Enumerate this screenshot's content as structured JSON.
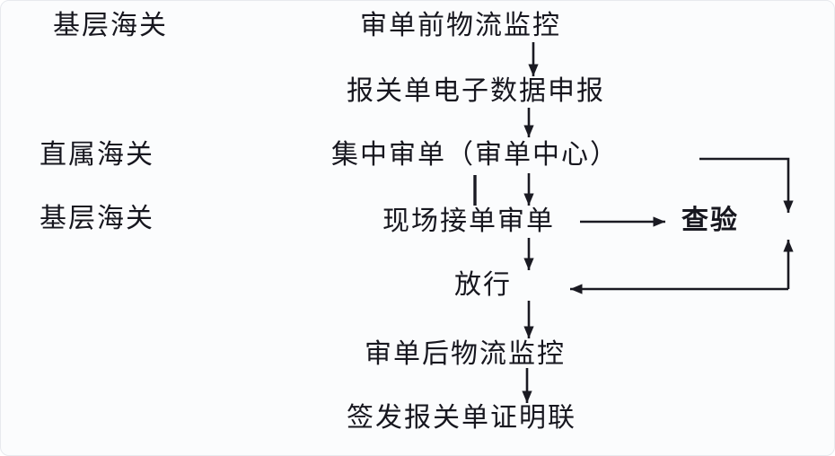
{
  "diagram": {
    "title": "customs-declaration-review-flowchart",
    "background_color": "#fbfcfd",
    "line_color": "#1a1a22",
    "text_color": "#17171f",
    "lanes": [
      {
        "label": "基层海关"
      },
      {
        "label": "直属海关"
      },
      {
        "label": "基层海关"
      }
    ],
    "steps": [
      {
        "label": "审单前物流监控"
      },
      {
        "label": "报关单电子数据申报"
      },
      {
        "label": "集中审单（审单中心）"
      },
      {
        "label": "现场接单审单"
      },
      {
        "label": "查验",
        "emphasis": true
      },
      {
        "label": "放行"
      },
      {
        "label": "审单后物流监控"
      },
      {
        "label": "签发报关单证明联"
      }
    ],
    "edges": [
      {
        "from": "审单前物流监控",
        "to": "报关单电子数据申报",
        "style": "down-arrow"
      },
      {
        "from": "报关单电子数据申报",
        "to": "集中审单（审单中心）",
        "style": "down-arrow"
      },
      {
        "from": "集中审单（审单中心）",
        "to": "现场接单审单",
        "style": "down-arrow"
      },
      {
        "from": "集中审单（审单中心）",
        "to": "现场接单审单",
        "style": "plain-line-stub"
      },
      {
        "from": "现场接单审单",
        "to": "查验",
        "style": "right-arrow"
      },
      {
        "from": "集中审单（审单中心）",
        "to": "查验",
        "style": "right-down-elbow-arrow"
      },
      {
        "from": "现场接单审单",
        "to": "放行",
        "style": "down-arrow"
      },
      {
        "from": "放行",
        "to": "查验",
        "style": "up-arrow-right-rail"
      },
      {
        "from": "查验",
        "to": "放行",
        "style": "left-arrow-bottom-rail"
      },
      {
        "from": "放行",
        "to": "审单后物流监控",
        "style": "down-arrow"
      },
      {
        "from": "审单后物流监控",
        "to": "签发报关单证明联",
        "style": "down-arrow"
      }
    ]
  }
}
